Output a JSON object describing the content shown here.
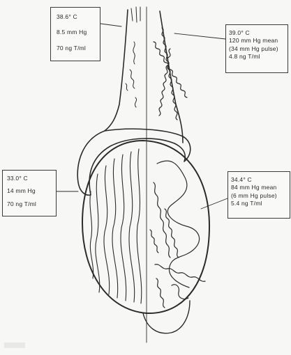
{
  "figure": {
    "artery_side": "arterial side with coiled testicular artery",
    "vein_side": "venous side with pampiniform plexus"
  },
  "annotations": {
    "top_left": {
      "lines": [
        "38.6° C",
        "8.5 mm Hg",
        "70 ng T/ml"
      ]
    },
    "top_right": {
      "lines": [
        "39.0° C",
        "120 mm Hg mean",
        "(34 mm Hg pulse)",
        "4.8 ng T/ml"
      ]
    },
    "middle_left": {
      "lines": [
        "33.0° C",
        "14 mm Hg",
        "70 ng T/ml"
      ]
    },
    "middle_right": {
      "lines": [
        "34.4° C",
        "84 mm Hg mean",
        "(6 mm Hg pulse)",
        "5.4 ng T/ml"
      ]
    }
  },
  "colors": {
    "ink": "#2a2a2a",
    "paper": "#f7f7f5"
  }
}
